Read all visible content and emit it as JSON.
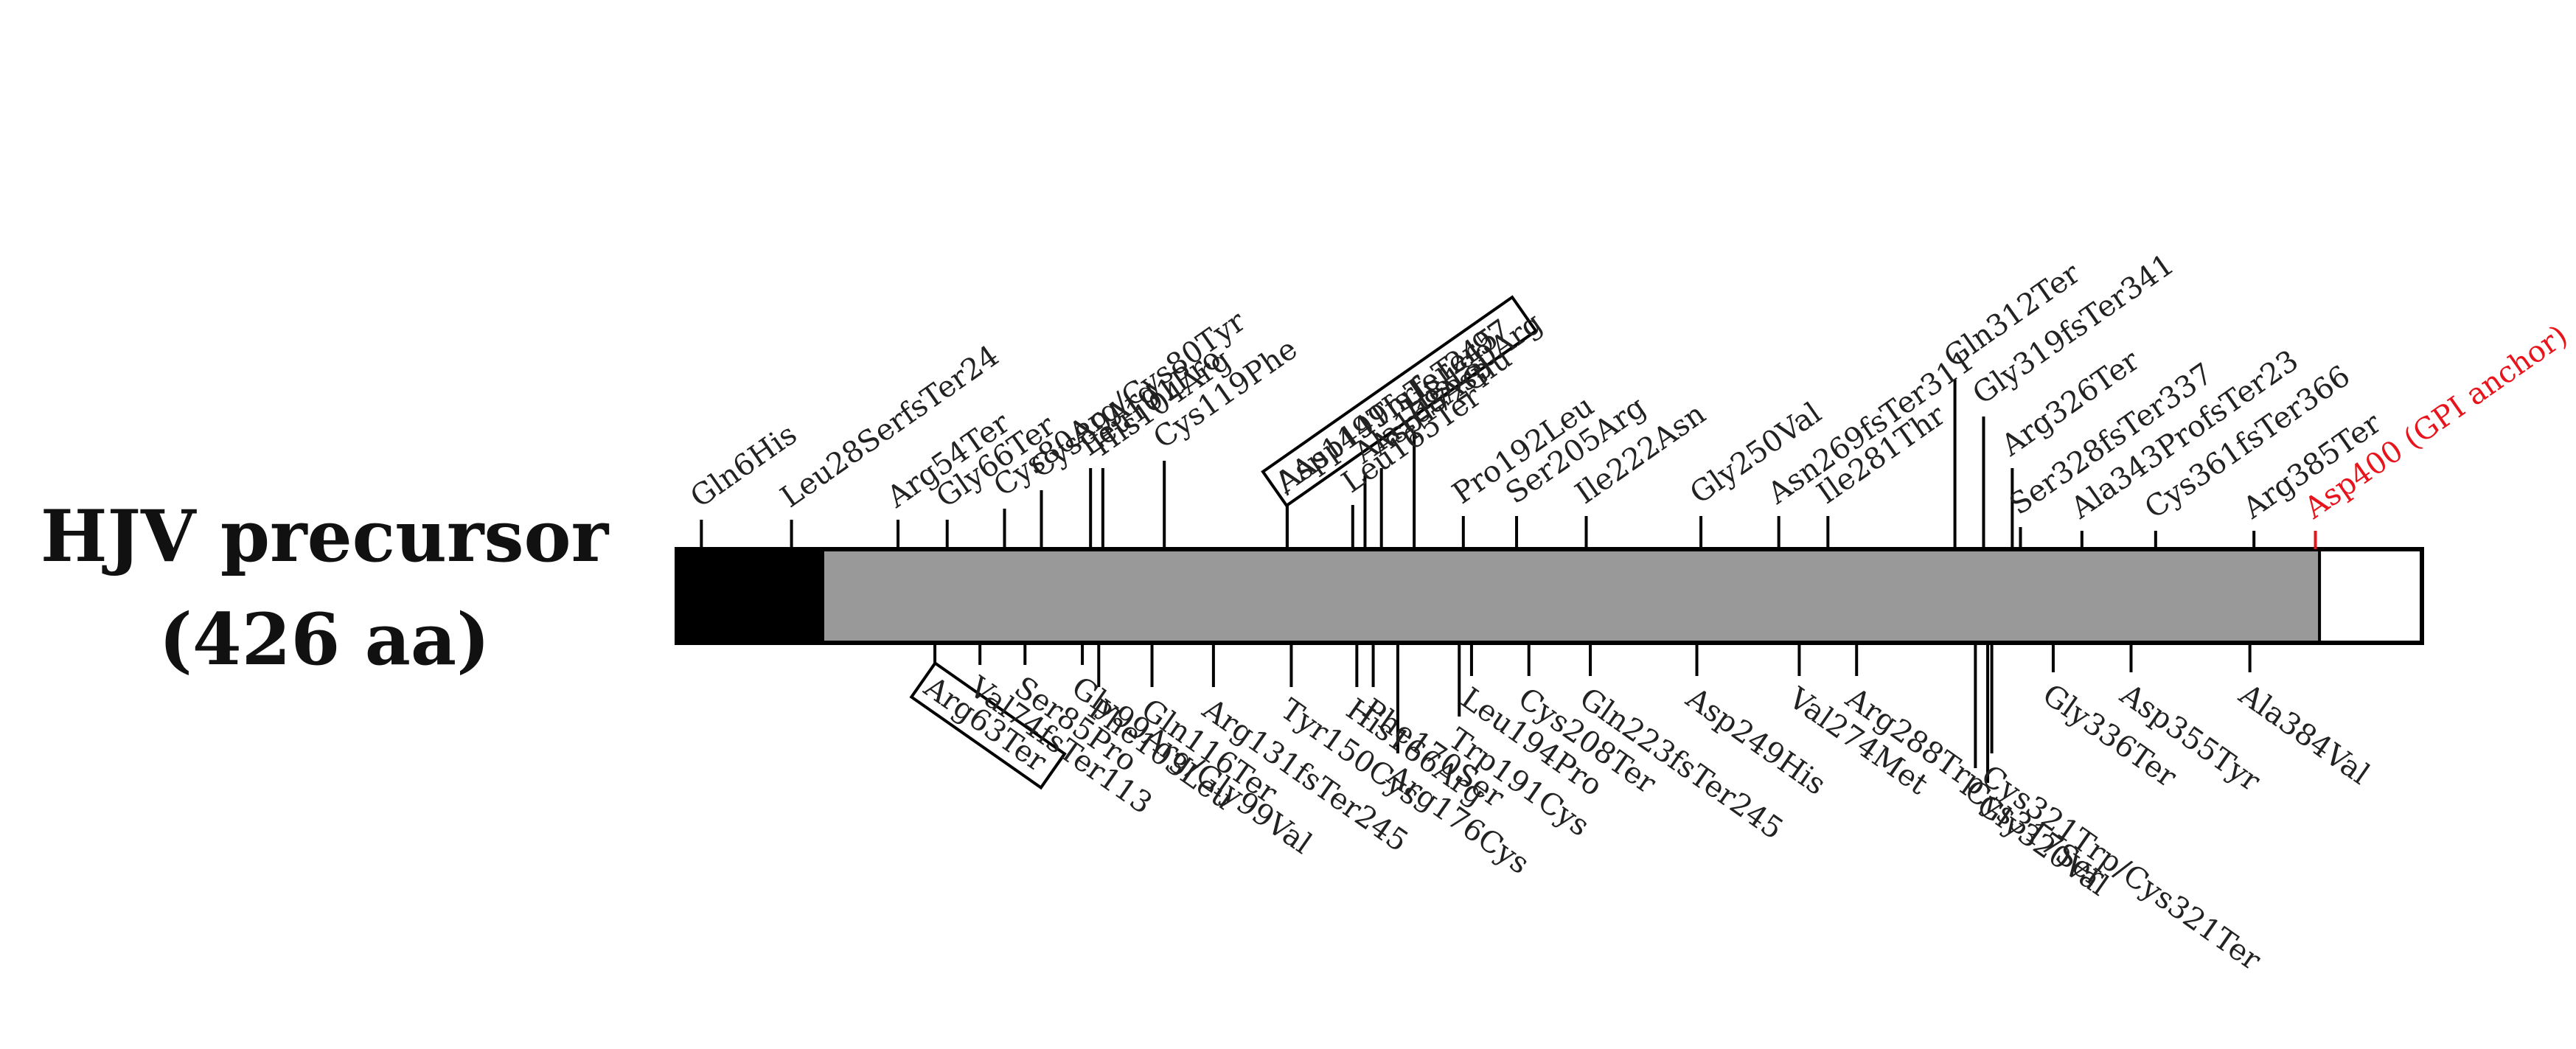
{
  "title": {
    "line1": "HJV precursor",
    "line2": "(426 aa)"
  },
  "protein": {
    "length": 426,
    "segments": [
      {
        "name": "signal-peptide",
        "start": 1,
        "end": 36,
        "color": "#000000"
      },
      {
        "name": "core",
        "start": 36,
        "end": 401,
        "color": "#999999"
      },
      {
        "name": "propeptide",
        "start": 401,
        "end": 426,
        "color": "#ffffff"
      }
    ]
  },
  "top_labels": [
    {
      "text": "Gln6His",
      "pos": 6
    },
    {
      "text": "Leu28SerfsTer24",
      "pos": 28
    },
    {
      "text": "Arg54Ter",
      "pos": 54
    },
    {
      "text": "Gly66Ter",
      "pos": 66
    },
    {
      "text": "Cys80Arg/Cys80Tyr",
      "pos": 80
    },
    {
      "text": "Cys89Arg",
      "pos": 89
    },
    {
      "text": "Leu101Pro",
      "pos": 101
    },
    {
      "text": "His104Arg",
      "pos": 104
    },
    {
      "text": "Cys119Phe",
      "pos": 119
    },
    {
      "text": "Asp149ThrfsTer97",
      "pos": 149,
      "boxed": true
    },
    {
      "text": "/ Asp149fsTer245",
      "pos": 149
    },
    {
      "text": "Leu165Ter",
      "pos": 165
    },
    {
      "text": "Ala168Asp",
      "pos": 168
    },
    {
      "text": "Asp172Glu",
      "pos": 172
    },
    {
      "text": "His180Arg",
      "pos": 180
    },
    {
      "text": "Pro192Leu",
      "pos": 192
    },
    {
      "text": "Ser205Arg",
      "pos": 205
    },
    {
      "text": "Ile222Asn",
      "pos": 222
    },
    {
      "text": "Gly250Val",
      "pos": 250
    },
    {
      "text": "Asn269fsTer311",
      "pos": 269
    },
    {
      "text": "Ile281Thr",
      "pos": 281
    },
    {
      "text": "Gln312Ter",
      "pos": 312
    },
    {
      "text": "Gly319fsTer341",
      "pos": 319
    },
    {
      "text": "Arg326Ter",
      "pos": 326
    },
    {
      "text": "Ser328fsTer337",
      "pos": 328
    },
    {
      "text": "Ala343ProfsTer23",
      "pos": 343
    },
    {
      "text": "Cys361fsTer366",
      "pos": 361
    },
    {
      "text": "Arg385Ter",
      "pos": 385
    },
    {
      "text": "Asp400 (GPI anchor)",
      "pos": 400,
      "highlight": true
    }
  ],
  "bottom_labels": [
    {
      "text": "Arg63Ter",
      "pos": 63,
      "boxed": true
    },
    {
      "text": "Val74fsTer113",
      "pos": 74
    },
    {
      "text": "Ser85Pro",
      "pos": 85
    },
    {
      "text": "Gly99Arg/Gly99Val",
      "pos": 99
    },
    {
      "text": "Phe103Leu",
      "pos": 103
    },
    {
      "text": "Gln116Ter",
      "pos": 116
    },
    {
      "text": "Arg131fsTer245",
      "pos": 131
    },
    {
      "text": "Tyr150Cys",
      "pos": 150
    },
    {
      "text": "His166Arg",
      "pos": 166
    },
    {
      "text": "Phe170Ser",
      "pos": 170
    },
    {
      "text": "Arg176Cys",
      "pos": 176
    },
    {
      "text": "Trp191Cys",
      "pos": 191
    },
    {
      "text": "Leu194Pro",
      "pos": 194
    },
    {
      "text": "Cys208Ter",
      "pos": 208
    },
    {
      "text": "Gln223fsTer245",
      "pos": 223
    },
    {
      "text": "Asp249His",
      "pos": 249
    },
    {
      "text": "Val274Met",
      "pos": 274
    },
    {
      "text": "Arg288Trp",
      "pos": 288
    },
    {
      "text": "Cys317Ser",
      "pos": 317
    },
    {
      "text": "Cys321Trp/Cys321Ter",
      "pos": 321
    },
    {
      "text": "Gly320Val",
      "pos": 320
    },
    {
      "text": "Gly336Ter",
      "pos": 336
    },
    {
      "text": "Asp355Tyr",
      "pos": 355
    },
    {
      "text": "Ala384Val",
      "pos": 384
    }
  ],
  "colors": {
    "highlight": "#e8141c",
    "text": "#222222",
    "line": "#000000"
  }
}
